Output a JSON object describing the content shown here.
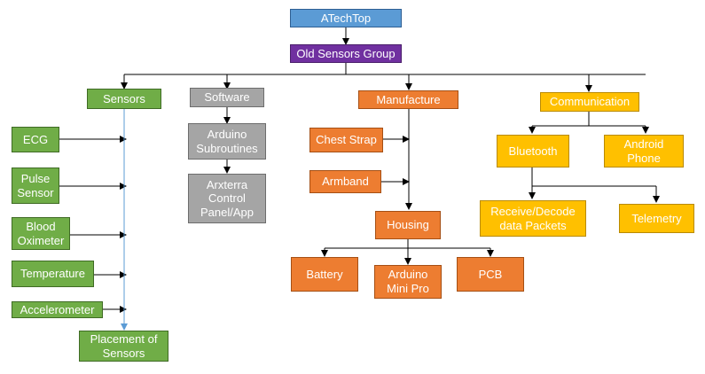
{
  "colors": {
    "root": "#5b9bd5",
    "group": "#7030a0",
    "sensors": "#70ad47",
    "software": "#a5a5a5",
    "manufacture": "#ed7d31",
    "communication": "#ffc000",
    "connector": "#000000",
    "sensor_spine": "#5b9bd5"
  },
  "nodes": {
    "root": "ATechTop",
    "group": "Old Sensors Group",
    "sensors": "Sensors",
    "ecg": "ECG",
    "pulse": "Pulse\nSensor",
    "oximeter": "Blood\nOximeter",
    "temperature": "Temperature",
    "accelerometer": "Accelerometer",
    "placement": "Placement of\nSensors",
    "software": "Software",
    "subroutines": "Arduino\nSubroutines",
    "arxterra": "Arxterra\nControl\nPanel/App",
    "manufacture": "Manufacture",
    "chest_strap": "Chest Strap",
    "armband": "Armband",
    "housing": "Housing",
    "battery": "Battery",
    "mini_pro": "Arduino\nMini Pro",
    "pcb": "PCB",
    "communication": "Communication",
    "bluetooth": "Bluetooth",
    "android": "Android\nPhone",
    "receive": "Receive/Decode\ndata Packets",
    "telemetry": "Telemetry"
  }
}
